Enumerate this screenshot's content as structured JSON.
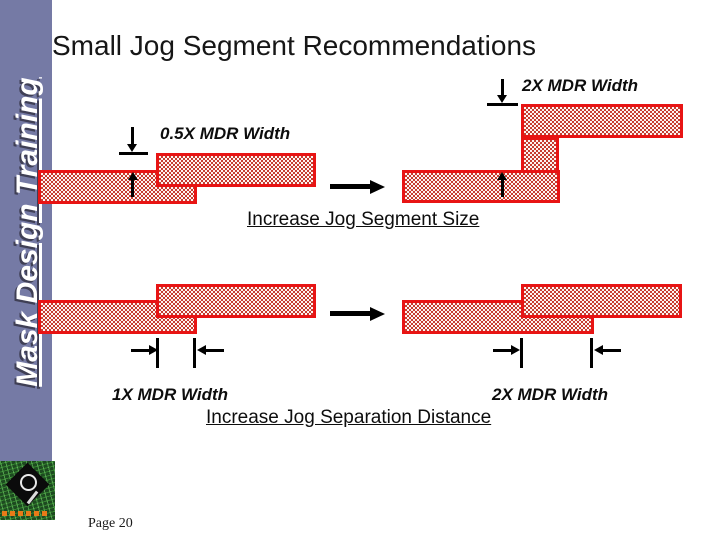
{
  "slide": {
    "title": "Small Jog Segment Recommendations",
    "page_label": "Page 20"
  },
  "sidebar": {
    "text": "Mask Design Training",
    "bg_color": "#757AA5"
  },
  "colors": {
    "segment_border": "#E81414",
    "segment_fill_hatch": "#C63C30",
    "annotation": "#000000"
  },
  "figures": {
    "jog_segment_size": {
      "caption": "Increase Jog Segment Size",
      "before_dimension_label": "0.5X MDR Width",
      "after_dimension_label": "2X MDR Width"
    },
    "jog_separation": {
      "caption": "Increase Jog Separation Distance",
      "before_dimension_label": "1X MDR Width",
      "after_dimension_label": "2X MDR Width"
    }
  }
}
